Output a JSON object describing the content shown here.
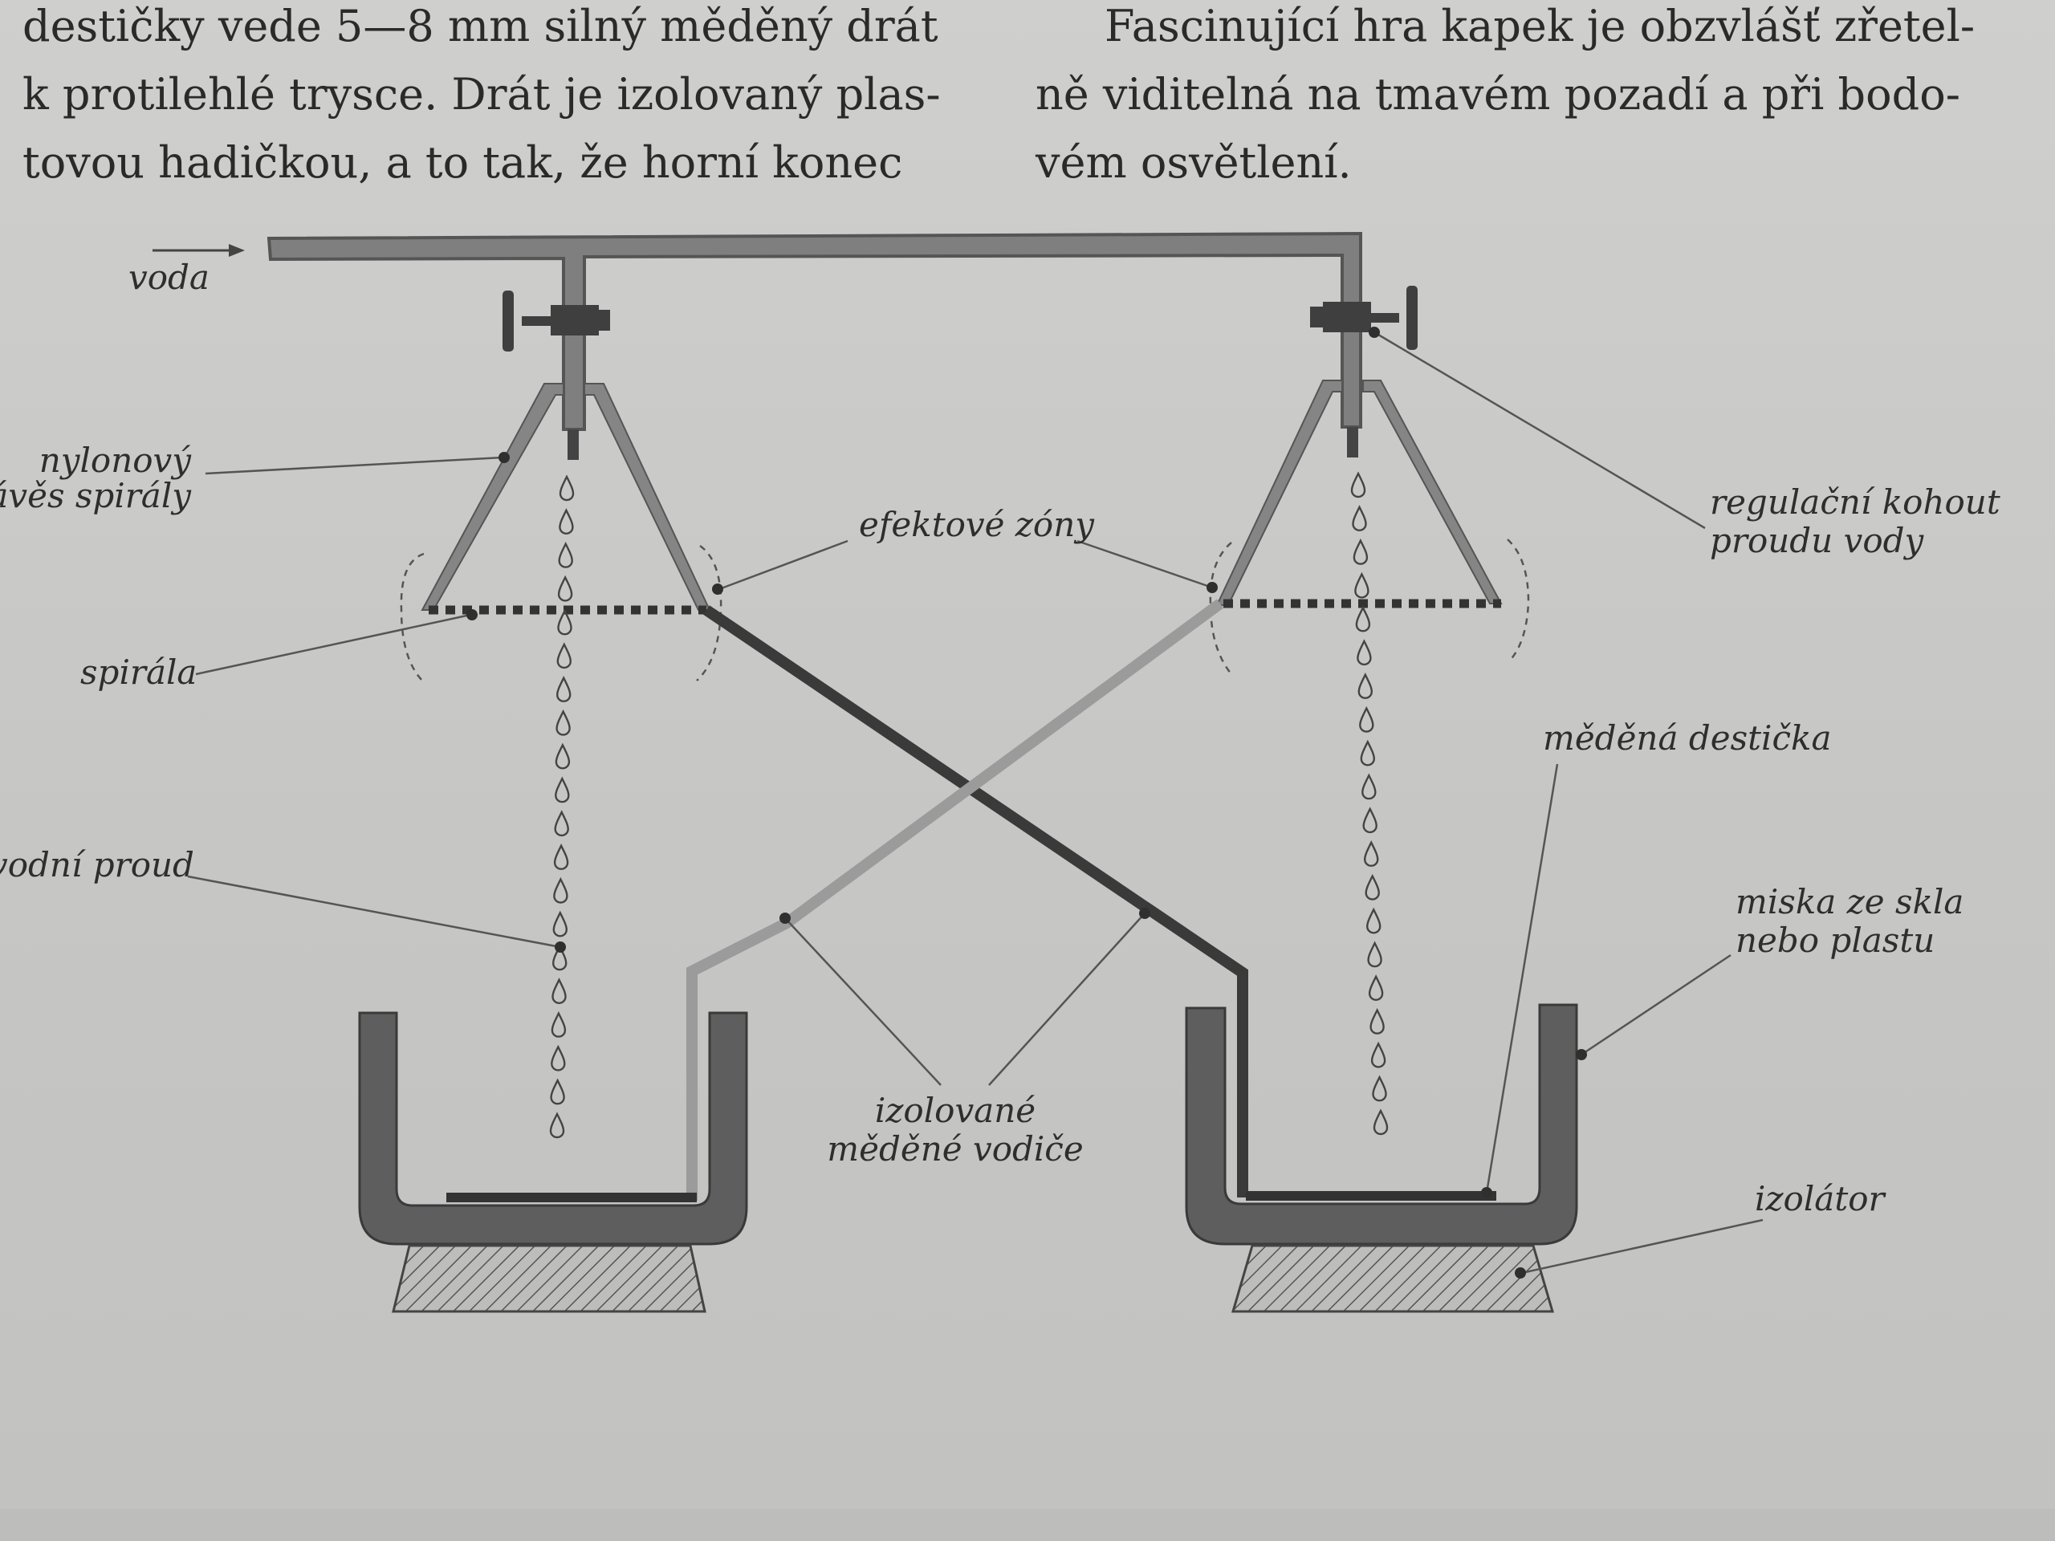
{
  "text": {
    "left_column": [
      "destičky vede 5—8 mm silný měděný drát",
      "k protilehlé trysce. Drát je izolovaný plas-",
      "tovou hadičkou, a to tak, že horní konec"
    ],
    "right_column": [
      "Fascinující hra kapek je obzvlášť zřetel-",
      "ně viditelná na tmavém pozadí a při bodo-",
      "vém osvětlení."
    ]
  },
  "labels": {
    "voda": "voda",
    "nylonovy_1": "nylonový",
    "nylonovy_2": "závěs spirály",
    "spirala": "spirála",
    "vodni_proud": "vodní proud",
    "efektove_zony": "efektové zóny",
    "regulacni_1": "regulační kohout",
    "regulacni_2": "proudu vody",
    "medena_desticka": "měděná destička",
    "miska_1": "miska ze skla",
    "miska_2": "nebo plastu",
    "izolovane_1": "izolované",
    "izolovane_2": "měděné vodiče",
    "izolator": "izolátor"
  },
  "colors": {
    "pipe": "#7c7c7c",
    "wire_dark": "#3f3f3f",
    "wire_light": "#9a9a9a",
    "bowl": "#5c5c5c",
    "leader": "#555555"
  }
}
